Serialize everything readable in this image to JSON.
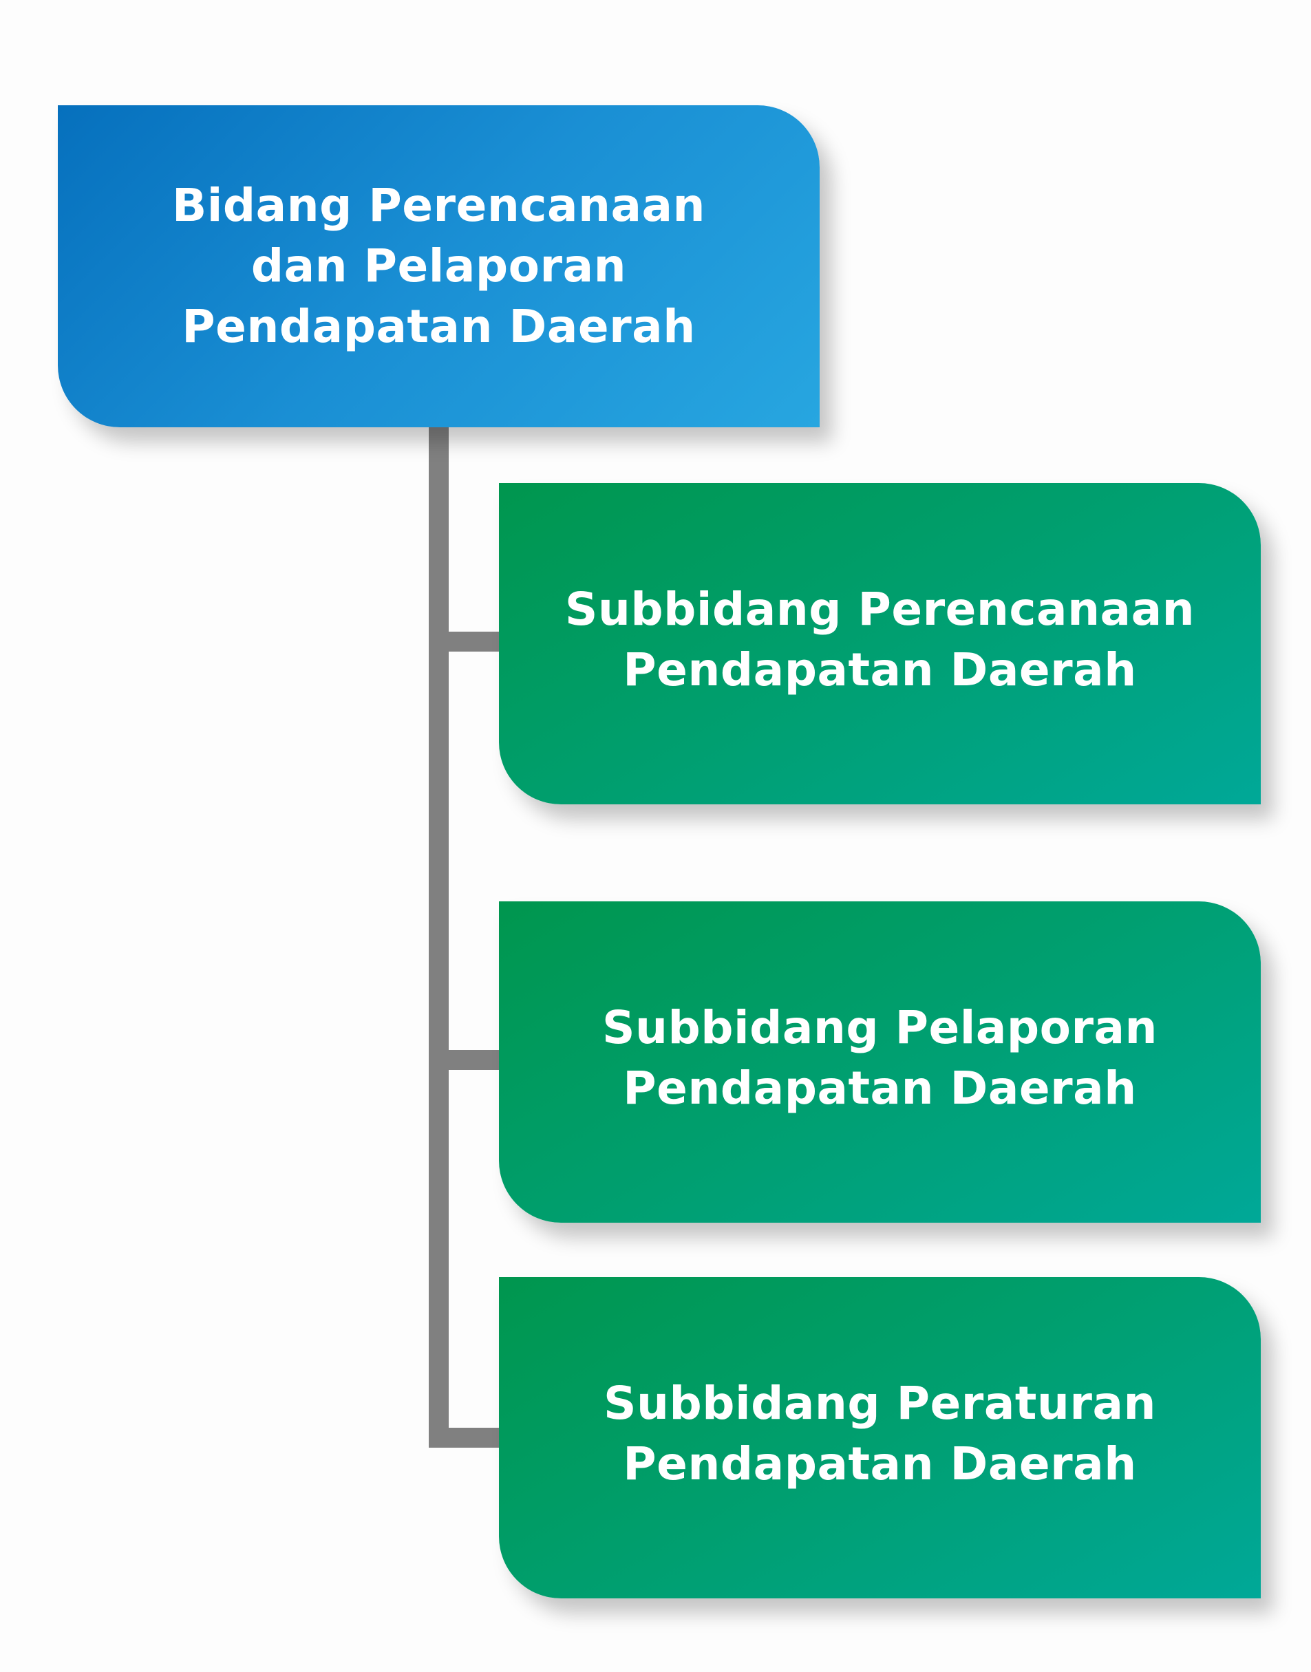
{
  "head": {
    "lines": [
      "Bidang Perencanaan",
      "dan Pelaporan",
      "Pendapatan Daerah"
    ]
  },
  "children": [
    {
      "lines": [
        "Subbidang Perencanaan",
        "Pendapatan Daerah"
      ]
    },
    {
      "lines": [
        "Subbidang Pelaporan",
        "Pendapatan Daerah"
      ]
    },
    {
      "lines": [
        "Subbidang Peraturan",
        "Pendapatan Daerah"
      ]
    }
  ],
  "colors": {
    "head": "#1a8fd4",
    "child": "#009f70",
    "connector": "#808080"
  }
}
